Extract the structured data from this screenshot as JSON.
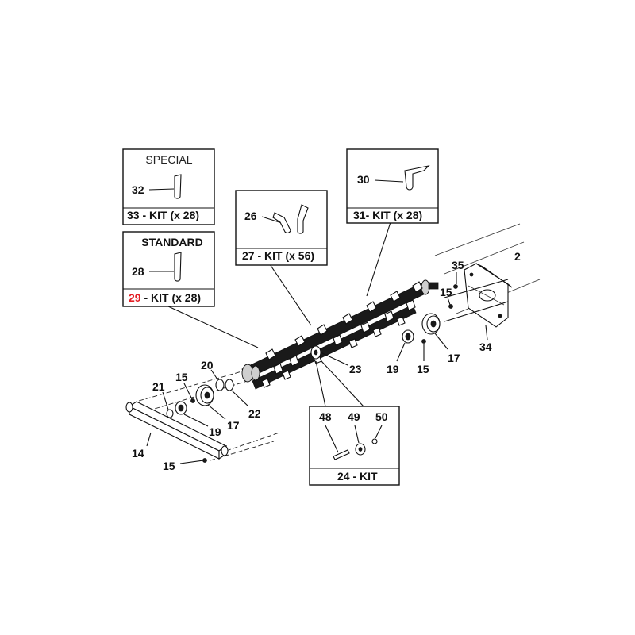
{
  "boxes": {
    "special": {
      "header": "SPECIAL",
      "part": "32",
      "caption_num": "33",
      "caption_text": " - KIT (x 28)"
    },
    "standard": {
      "header": "STANDARD",
      "part": "28",
      "caption_num": "29",
      "caption_text": " - KIT (x 28)",
      "caption_num_color": "#e31e24"
    },
    "kit27": {
      "part": "26",
      "caption_num": "27",
      "caption_text": " - KIT (x 56)"
    },
    "kit31": {
      "part": "30",
      "caption_num": "31",
      "caption_text": "- KIT (x 28)"
    },
    "kit24": {
      "parts": [
        "48",
        "49",
        "50"
      ],
      "caption_num": "24",
      "caption_text": " - KIT"
    }
  },
  "labels": {
    "l35": "35",
    "l15a": "15",
    "l34": "34",
    "l17a": "17",
    "l15b": "15",
    "l19a": "19",
    "l23": "23",
    "l20": "20",
    "l15c": "15",
    "l21": "21",
    "l22": "22",
    "l17b": "17",
    "l19b": "19",
    "l14": "14",
    "l15d": "15",
    "l2": "2"
  }
}
